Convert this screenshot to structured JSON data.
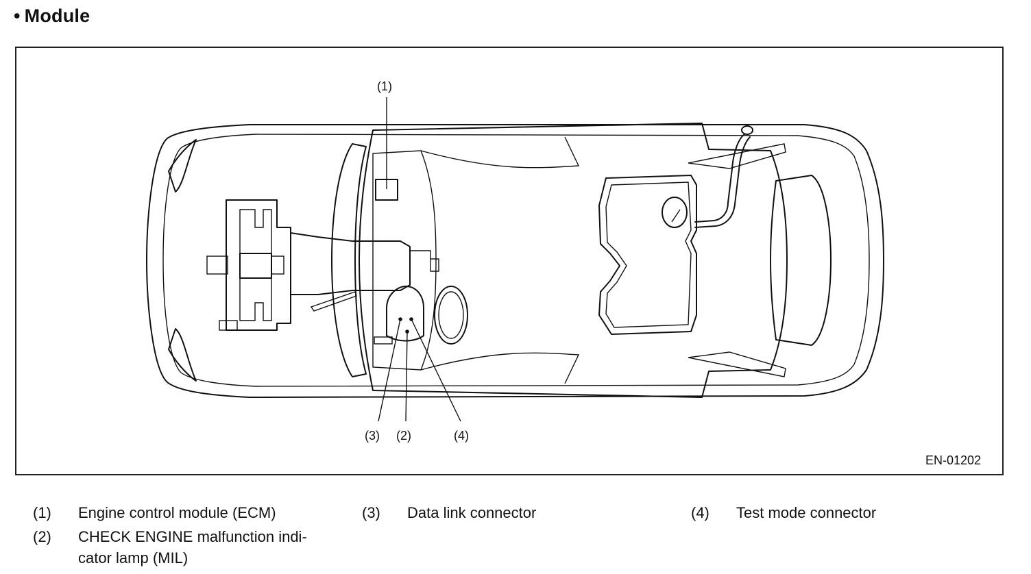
{
  "heading": {
    "bullet": "•",
    "text": "Module"
  },
  "figure": {
    "id_label": "EN-01202",
    "callouts": [
      {
        "key": "1",
        "text": "(1)"
      },
      {
        "key": "3",
        "text": "(3)"
      },
      {
        "key": "2",
        "text": "(2)"
      },
      {
        "key": "4",
        "text": "(4)"
      }
    ]
  },
  "legend": [
    {
      "num": "(1)",
      "lines": [
        "Engine control module (ECM)"
      ]
    },
    {
      "num": "(2)",
      "lines": [
        "CHECK ENGINE malfunction indi-",
        "cator lamp (MIL)"
      ]
    },
    {
      "num": "(3)",
      "lines": [
        "Data link connector"
      ]
    },
    {
      "num": "(4)",
      "lines": [
        "Test mode connector"
      ]
    }
  ]
}
